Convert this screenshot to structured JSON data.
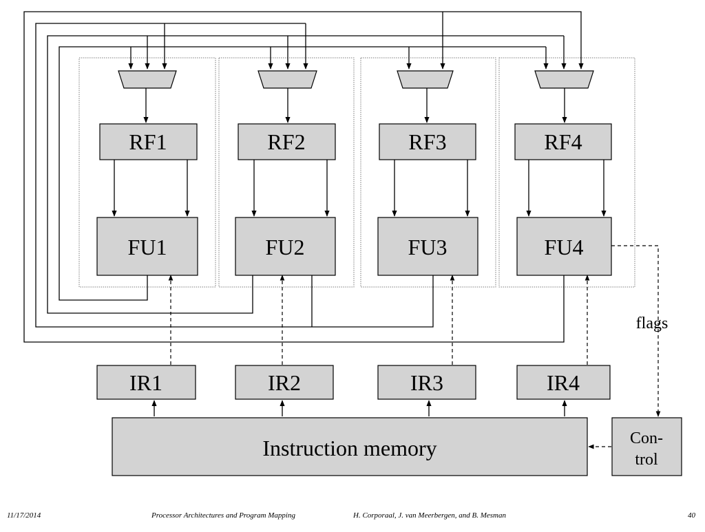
{
  "units": [
    {
      "rf_label": "RF1",
      "fu_label": "FU1",
      "ir_label": "IR1"
    },
    {
      "rf_label": "RF2",
      "fu_label": "FU2",
      "ir_label": "IR2"
    },
    {
      "rf_label": "RF3",
      "fu_label": "FU3",
      "ir_label": "IR3"
    },
    {
      "rf_label": "RF4",
      "fu_label": "FU4",
      "ir_label": "IR4"
    }
  ],
  "instruction_memory_label": "Instruction memory",
  "control_label_lines": [
    "Con-",
    "trol"
  ],
  "flags_label": "flags",
  "footer": {
    "date": "11/17/2014",
    "course": "Processor Architectures and Program Mapping",
    "authors": "H. Corporaal,  J. van Meerbergen, and B. Mesman",
    "page": "40"
  },
  "colors": {
    "box_fill": "#d3d3d3",
    "stroke": "#000000",
    "cluster_border": "#7a7a7a"
  }
}
